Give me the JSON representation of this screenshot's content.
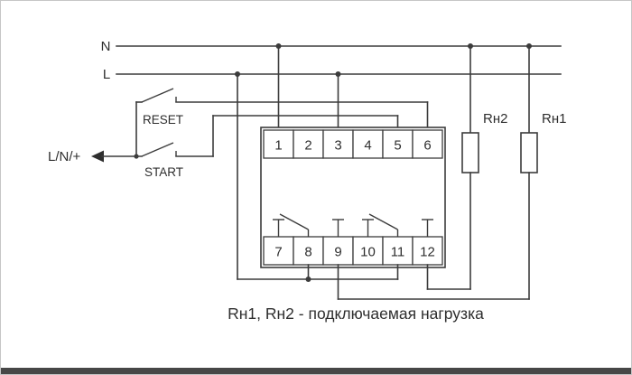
{
  "rails": {
    "n_label": "N",
    "l_label": "L"
  },
  "controls": {
    "arrow_label": "L/N/+",
    "reset_label": "RESET",
    "start_label": "START"
  },
  "device": {
    "top_terminals": [
      "1",
      "2",
      "3",
      "4",
      "5",
      "6"
    ],
    "bottom_terminals": [
      "7",
      "8",
      "9",
      "10",
      "11",
      "12"
    ]
  },
  "loads": {
    "rn2_label": "Rн2",
    "rn1_label": "Rн1"
  },
  "caption": "Rн1, Rн2  - подключаемая нагрузка",
  "colors": {
    "line": "#3c3c3c",
    "text": "#2e2e2e",
    "bottom_bar": "#474747"
  }
}
